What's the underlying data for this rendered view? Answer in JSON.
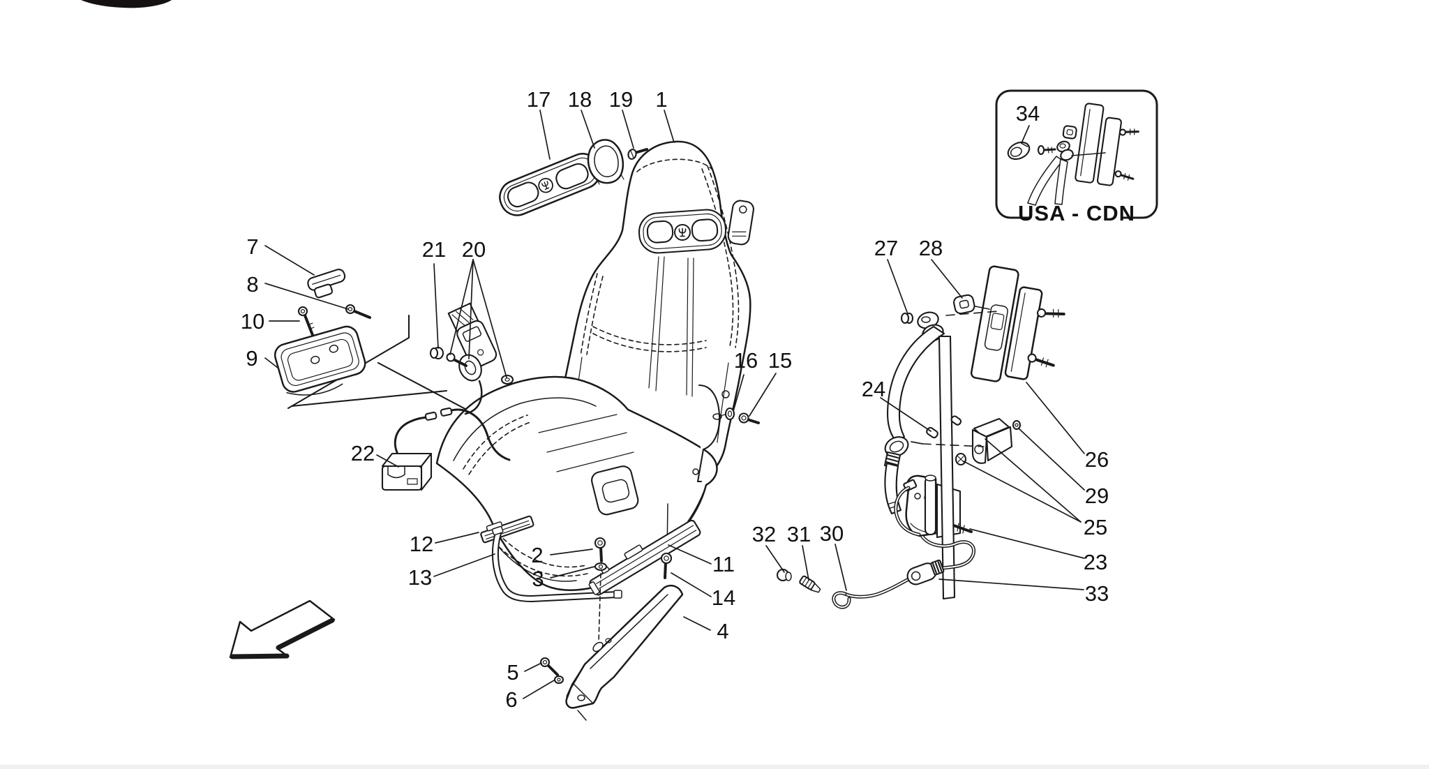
{
  "artwork": {
    "kind": "exploded-parts-diagram",
    "subject": "seat and seat belt assembly",
    "background_color": "#ffffff",
    "ink_color": "#1a1a1a",
    "footer_strip_color": "#eef0f2",
    "inset_caption": "USA - CDN",
    "callouts": {
      "c1": "1",
      "c2": "2",
      "c3": "3",
      "c4": "4",
      "c5": "5",
      "c6": "6",
      "c7": "7",
      "c8": "8",
      "c9": "9",
      "c10": "10",
      "c11": "11",
      "c12": "12",
      "c13": "13",
      "c14": "14",
      "c15": "15",
      "c16": "16",
      "c17": "17",
      "c18": "18",
      "c19": "19",
      "c20": "20",
      "c21": "21",
      "c22": "22",
      "c23": "23",
      "c24": "24",
      "c25": "25",
      "c26": "26",
      "c27": "27",
      "c28": "28",
      "c29": "29",
      "c30": "30",
      "c31": "31",
      "c32": "32",
      "c33": "33",
      "c34": "34"
    }
  }
}
